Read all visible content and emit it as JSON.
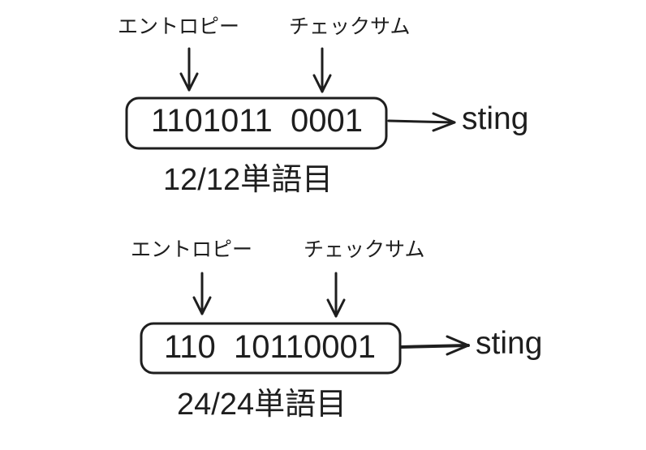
{
  "diagrams": [
    {
      "entropy_label": "エントロピー",
      "checksum_label": "チェックサム",
      "bits": "1101011  0001",
      "output": "sting",
      "caption": "12/12単語目"
    },
    {
      "entropy_label": "エントロピー",
      "checksum_label": "チェックサム",
      "bits": "110  10110001",
      "output": "sting",
      "caption": "24/24単語目"
    }
  ],
  "colors": {
    "ink": "#1e1e1e",
    "background": "#ffffff"
  }
}
